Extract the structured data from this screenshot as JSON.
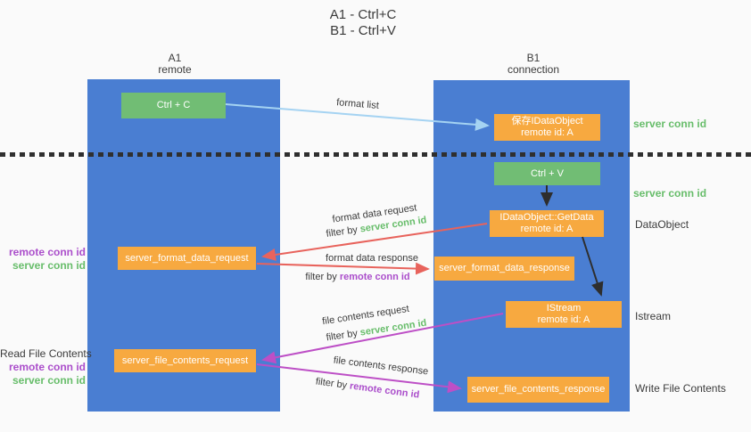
{
  "title": {
    "line1": "A1 - Ctrl+C",
    "line2": "B1 - Ctrl+V"
  },
  "columns": {
    "a1": {
      "name": "A1",
      "subtitle": "remote"
    },
    "b1": {
      "name": "B1",
      "subtitle": "connection"
    }
  },
  "boxes": {
    "ctrl_c": {
      "label": "Ctrl + C"
    },
    "save_idataobject": {
      "line1": "保存IDataObject",
      "line2": "remote id: A"
    },
    "ctrl_v": {
      "label": "Ctrl + V"
    },
    "getdata": {
      "line1": "IDataObject::GetData",
      "line2": "remote id: A"
    },
    "format_request": {
      "label": "server_format_data_request"
    },
    "format_response": {
      "label": "server_format_data_response"
    },
    "istream": {
      "line1": "IStream",
      "line2": "remote id: A"
    },
    "file_request": {
      "label": "server_file_contents_request"
    },
    "file_response": {
      "label": "server_file_contents_response"
    }
  },
  "flow_labels": {
    "format_list": "format list",
    "format_data_request": "format data request",
    "filter_server_1": {
      "prefix": "filter by",
      "key": "server conn id"
    },
    "format_data_response": "format data response",
    "filter_remote_1": {
      "prefix": "filter by",
      "key": "remote conn id"
    },
    "file_contents_request": "file contents request",
    "filter_server_2": {
      "prefix": "filter by",
      "key": "server conn id"
    },
    "file_contents_response": "file contents response",
    "filter_remote_2": {
      "prefix": "filter by",
      "key": "remote conn id"
    }
  },
  "side_labels": {
    "right_server_top": "server conn id",
    "right_server_mid": "server conn id",
    "dataobject": "DataObject",
    "istream": "Istream",
    "write_file": "Write File Contents",
    "left_remote_top": "remote conn id",
    "left_server_top": "server conn id",
    "read_file": "Read File Contents",
    "left_remote_bottom": "remote conn id",
    "left_server_bottom": "server conn id"
  },
  "colors": {
    "column_blue": "#4a7ed2",
    "box_green": "#71bd74",
    "box_orange": "#f7a940",
    "label_green": "#67bd6a",
    "label_purple": "#ab4ecb",
    "arrow_blue": "#a5d3f2",
    "arrow_red": "#e8635c",
    "arrow_magenta": "#bd4fc6",
    "arrow_black": "#2e2e2e",
    "background": "#fafafa"
  }
}
